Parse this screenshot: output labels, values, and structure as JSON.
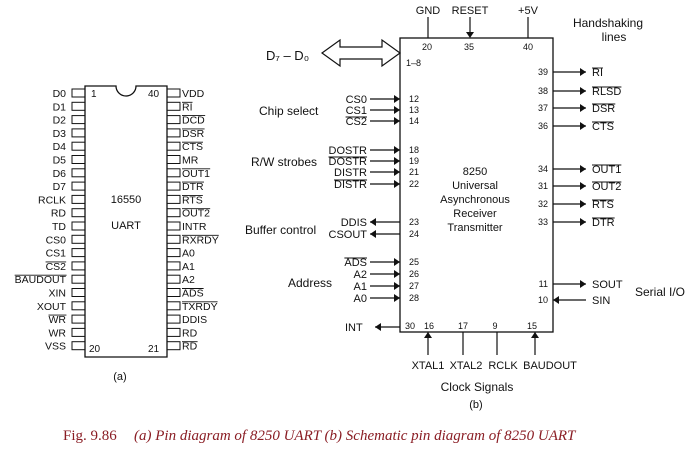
{
  "panel_a": {
    "chip_name": "16550",
    "chip_type": "UART",
    "pin_1": "1",
    "pin_20": "20",
    "pin_40": "40",
    "pin_21": "21",
    "left_pins": [
      {
        "label": "D0",
        "over": false
      },
      {
        "label": "D1",
        "over": false
      },
      {
        "label": "D2",
        "over": false
      },
      {
        "label": "D3",
        "over": false
      },
      {
        "label": "D4",
        "over": false
      },
      {
        "label": "D5",
        "over": false
      },
      {
        "label": "D6",
        "over": false
      },
      {
        "label": "D7",
        "over": false
      },
      {
        "label": "RCLK",
        "over": false
      },
      {
        "label": "RD",
        "over": false
      },
      {
        "label": "TD",
        "over": false
      },
      {
        "label": "CS0",
        "over": false
      },
      {
        "label": "CS1",
        "over": false
      },
      {
        "label": "CS2",
        "over": true
      },
      {
        "label": "BAUDOUT",
        "over": true
      },
      {
        "label": "XIN",
        "over": false
      },
      {
        "label": "XOUT",
        "over": false
      },
      {
        "label": "WR",
        "over": true
      },
      {
        "label": "WR",
        "over": false
      },
      {
        "label": "VSS",
        "over": false
      }
    ],
    "right_pins": [
      {
        "label": "VDD",
        "over": false
      },
      {
        "label": "RI",
        "over": true
      },
      {
        "label": "DCD",
        "over": true
      },
      {
        "label": "DSR",
        "over": true
      },
      {
        "label": "CTS",
        "over": true
      },
      {
        "label": "MR",
        "over": false
      },
      {
        "label": "OUT1",
        "over": true
      },
      {
        "label": "DTR",
        "over": true
      },
      {
        "label": "RTS",
        "over": true
      },
      {
        "label": "OUT2",
        "over": true
      },
      {
        "label": "INTR",
        "over": false
      },
      {
        "label": "RXRDY",
        "over": true
      },
      {
        "label": "A0",
        "over": false
      },
      {
        "label": "A1",
        "over": false
      },
      {
        "label": "A2",
        "over": false
      },
      {
        "label": "ADS",
        "over": true
      },
      {
        "label": "TXRDY",
        "over": true
      },
      {
        "label": "DDIS",
        "over": false
      },
      {
        "label": "RD",
        "over": false
      },
      {
        "label": "RD",
        "over": true
      }
    ],
    "sublabel": "(a)"
  },
  "panel_b": {
    "chip_lines": [
      "8250",
      "Universal",
      "Asynchronous",
      "Receiver",
      "Transmitter"
    ],
    "top_signals": [
      {
        "label": "GND",
        "pin": "20"
      },
      {
        "label": "RESET",
        "pin": "35"
      },
      {
        "label": "+5V",
        "pin": "40"
      }
    ],
    "data_bus_label": "D₇ – D₀",
    "data_bus_pin": "1–8",
    "group_labels": {
      "chip_select": "Chip select",
      "rw_strobes": "R/W strobes",
      "buffer_control": "Buffer control",
      "address": "Address",
      "handshaking_1": "Handshaking",
      "handshaking_2": "lines",
      "serial_io": "Serial I/O",
      "clock_signals": "Clock Signals"
    },
    "left_signals": [
      {
        "label": "CS0",
        "pin": "12",
        "dir": "in",
        "over": false
      },
      {
        "label": "CS1",
        "pin": "13",
        "dir": "in",
        "over": false
      },
      {
        "label": "CS2",
        "pin": "14",
        "dir": "in",
        "over": true
      },
      {
        "label": "DOSTR",
        "pin": "18",
        "dir": "in",
        "over": false
      },
      {
        "label": "DOSTR",
        "pin": "19",
        "dir": "in",
        "over": true
      },
      {
        "label": "DISTR",
        "pin": "21",
        "dir": "in",
        "over": false
      },
      {
        "label": "DISTR",
        "pin": "22",
        "dir": "in",
        "over": true
      },
      {
        "label": "DDIS",
        "pin": "23",
        "dir": "out",
        "over": false
      },
      {
        "label": "CSOUT",
        "pin": "24",
        "dir": "out",
        "over": false
      },
      {
        "label": "ADS",
        "pin": "25",
        "dir": "in",
        "over": true
      },
      {
        "label": "A2",
        "pin": "26",
        "dir": "in",
        "over": false
      },
      {
        "label": "A1",
        "pin": "27",
        "dir": "in",
        "over": false
      },
      {
        "label": "A0",
        "pin": "28",
        "dir": "in",
        "over": false
      }
    ],
    "right_signals": [
      {
        "label": "RI",
        "pin": "39",
        "dir": "out",
        "over": true
      },
      {
        "label": "RLSD",
        "pin": "38",
        "dir": "out",
        "over": true
      },
      {
        "label": "DSR",
        "pin": "37",
        "dir": "out",
        "over": true
      },
      {
        "label": "CTS",
        "pin": "36",
        "dir": "out",
        "over": true
      },
      {
        "label": "OUT1",
        "pin": "34",
        "dir": "out",
        "over": true
      },
      {
        "label": "OUT2",
        "pin": "31",
        "dir": "out",
        "over": true
      },
      {
        "label": "RTS",
        "pin": "32",
        "dir": "out",
        "over": true
      },
      {
        "label": "DTR",
        "pin": "33",
        "dir": "out",
        "over": true
      },
      {
        "label": "SOUT",
        "pin": "11",
        "dir": "out",
        "over": false
      },
      {
        "label": "SIN",
        "pin": "10",
        "dir": "in",
        "over": false
      }
    ],
    "int_label": "INT",
    "int_pin": "30",
    "bottom_signals": [
      {
        "label": "XTAL1",
        "pin": "16"
      },
      {
        "label": "XTAL2",
        "pin": "17"
      },
      {
        "label": "RCLK",
        "pin": "9"
      },
      {
        "label": "BAUDOUT",
        "pin": "15"
      }
    ],
    "sublabel": "(b)"
  },
  "caption": {
    "number": "Fig. 9.86",
    "text": "(a) Pin diagram of 8250 UART (b) Schematic pin diagram of 8250 UART"
  }
}
